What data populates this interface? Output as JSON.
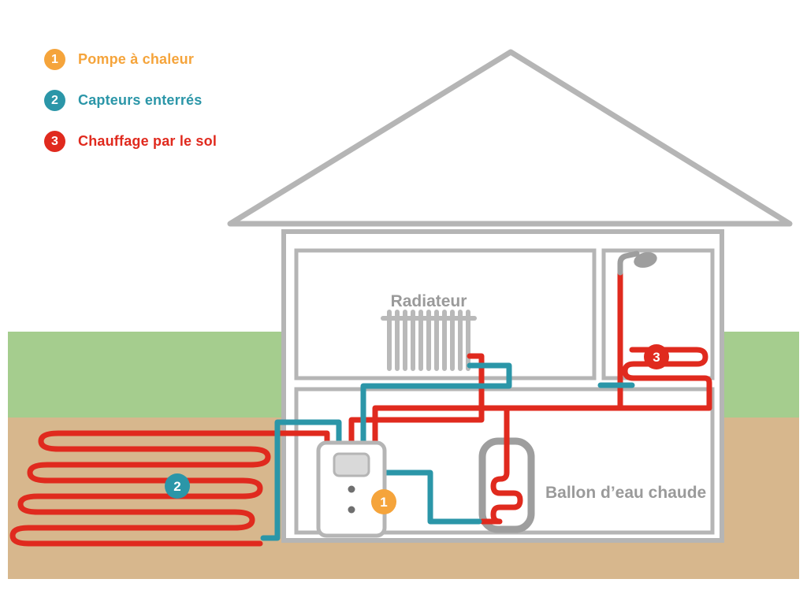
{
  "colors": {
    "orange": "#F5A43B",
    "teal": "#2B96A8",
    "red": "#E02A1E",
    "grass_green": "#A5CD8E",
    "soil_tan": "#D7B78D",
    "outline_gray": "#B5B5B5",
    "component_gray": "#9E9E9E",
    "label_gray": "#9A9A9A",
    "background": "#FFFFFF"
  },
  "legend": {
    "items": [
      {
        "number": "1",
        "label": "Pompe à chaleur"
      },
      {
        "number": "2",
        "label": "Capteurs enterrés"
      },
      {
        "number": "3",
        "label": "Chauffage par le sol"
      }
    ]
  },
  "diagram": {
    "labels": {
      "radiator": "Radiateur",
      "hot_water_tank": "Ballon d’eau chaude"
    },
    "badges": [
      {
        "number": "1",
        "target": "heat-pump"
      },
      {
        "number": "2",
        "target": "buried-collectors"
      },
      {
        "number": "3",
        "target": "floor-heating"
      }
    ]
  }
}
